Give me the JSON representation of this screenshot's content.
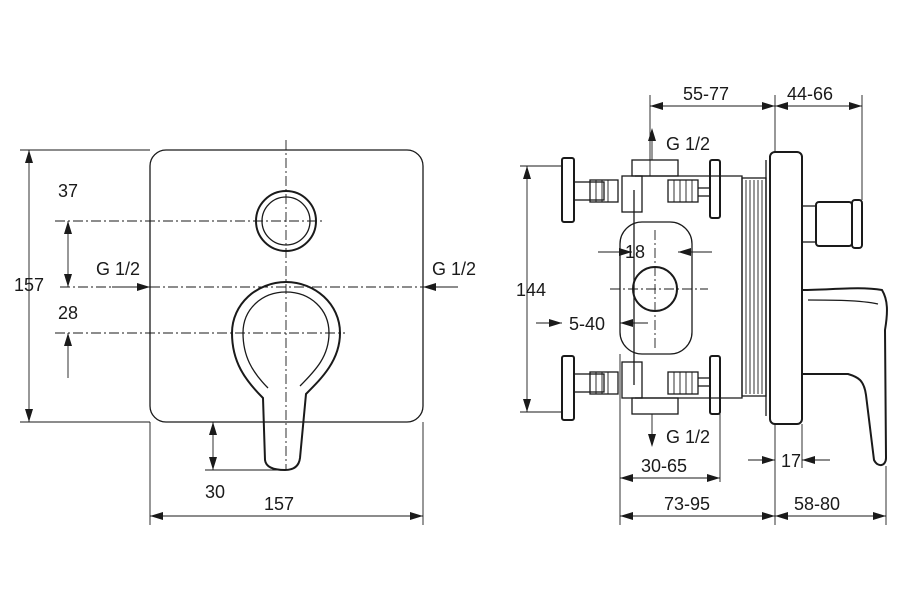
{
  "front_view": {
    "height": "157",
    "width": "157",
    "dim_37": "37",
    "dim_28": "28",
    "dim_30": "30",
    "inlet_left": "G 1/2",
    "inlet_right": "G 1/2"
  },
  "side_view": {
    "dim_55_77": "55-77",
    "dim_44_66": "44-66",
    "thread_top": "G 1/2",
    "thread_bottom": "G 1/2",
    "dim_18": "18",
    "dim_144": "144",
    "dim_5_40": "5-40",
    "dim_30_65": "30-65",
    "dim_17": "17",
    "dim_73_95": "73-95",
    "dim_58_80": "58-80"
  }
}
